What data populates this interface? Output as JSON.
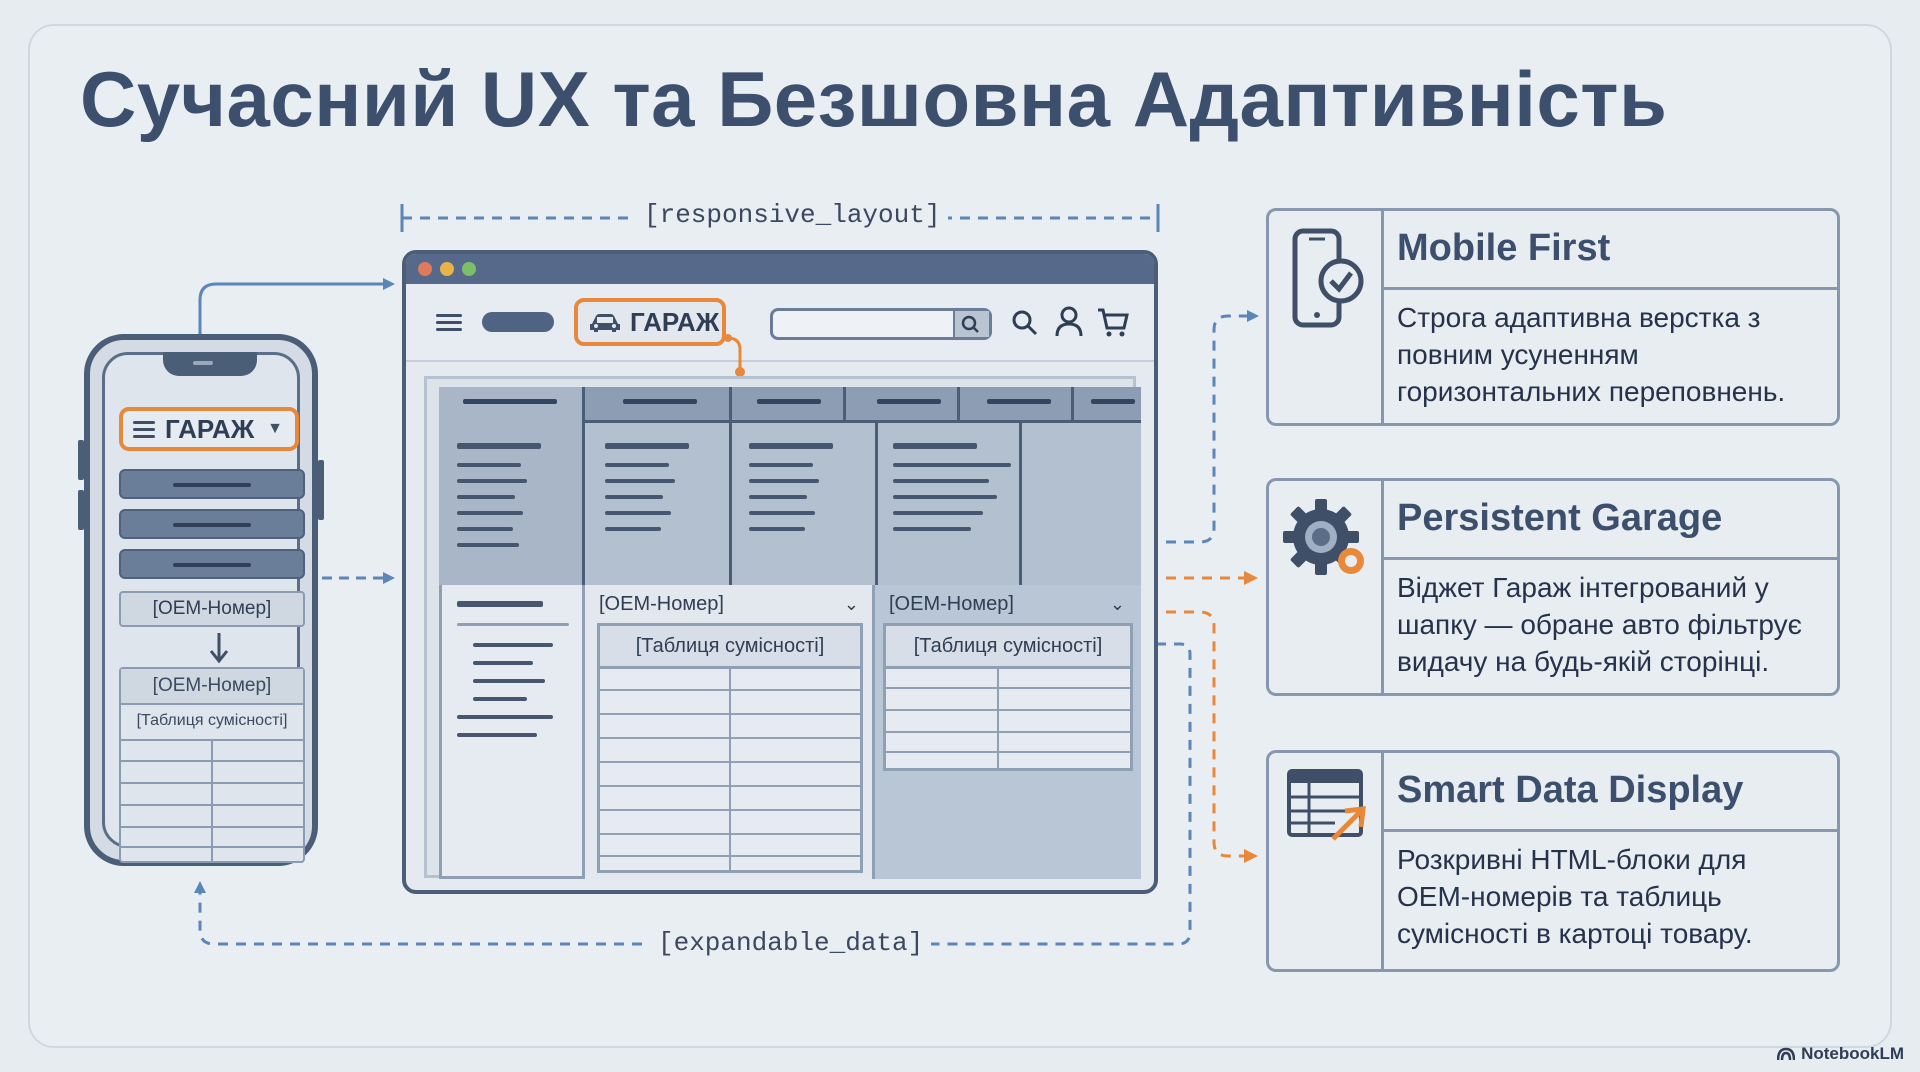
{
  "title": "Сучасний UX та Безшовна Адаптивність",
  "labels": {
    "responsive_layout": "[responsive_layout]",
    "expandable_data": "[expandable_data]"
  },
  "phone": {
    "garage_label": "ГАРАЖ",
    "oem_collapsed": "[OEM-Номер]",
    "oem_expanded": "[OEM-Номер]",
    "compat_table": "[Таблиця сумісності]"
  },
  "browser": {
    "garage_label": "ГАРАЖ",
    "oem_1": "[OEM-Номер]",
    "oem_2": "[OEM-Номер]",
    "compat_table_1": "[Таблиця сумісності]",
    "compat_table_2": "[Таблиця сумісності]"
  },
  "cards": [
    {
      "title": "Mobile First",
      "icon": "smartphone-check-icon",
      "text": "Строга адаптивна верстка з повним усуненням горизонтальних переповнень."
    },
    {
      "title": "Persistent Garage",
      "icon": "gear-icon",
      "text": "Віджет Гараж інтегрований у шапку — обране авто фільтрує видачу на будь-якій сторінці."
    },
    {
      "title": "Smart Data Display",
      "icon": "table-expand-icon",
      "text": "Розкривні HTML-блоки для OEM-номерів та таблиць сумісності в картоці товару."
    }
  ],
  "colors": {
    "accent": "#e8883a",
    "primary": "#3c4f6c",
    "connector": "#5b86b8"
  },
  "brand": "NotebookLM"
}
